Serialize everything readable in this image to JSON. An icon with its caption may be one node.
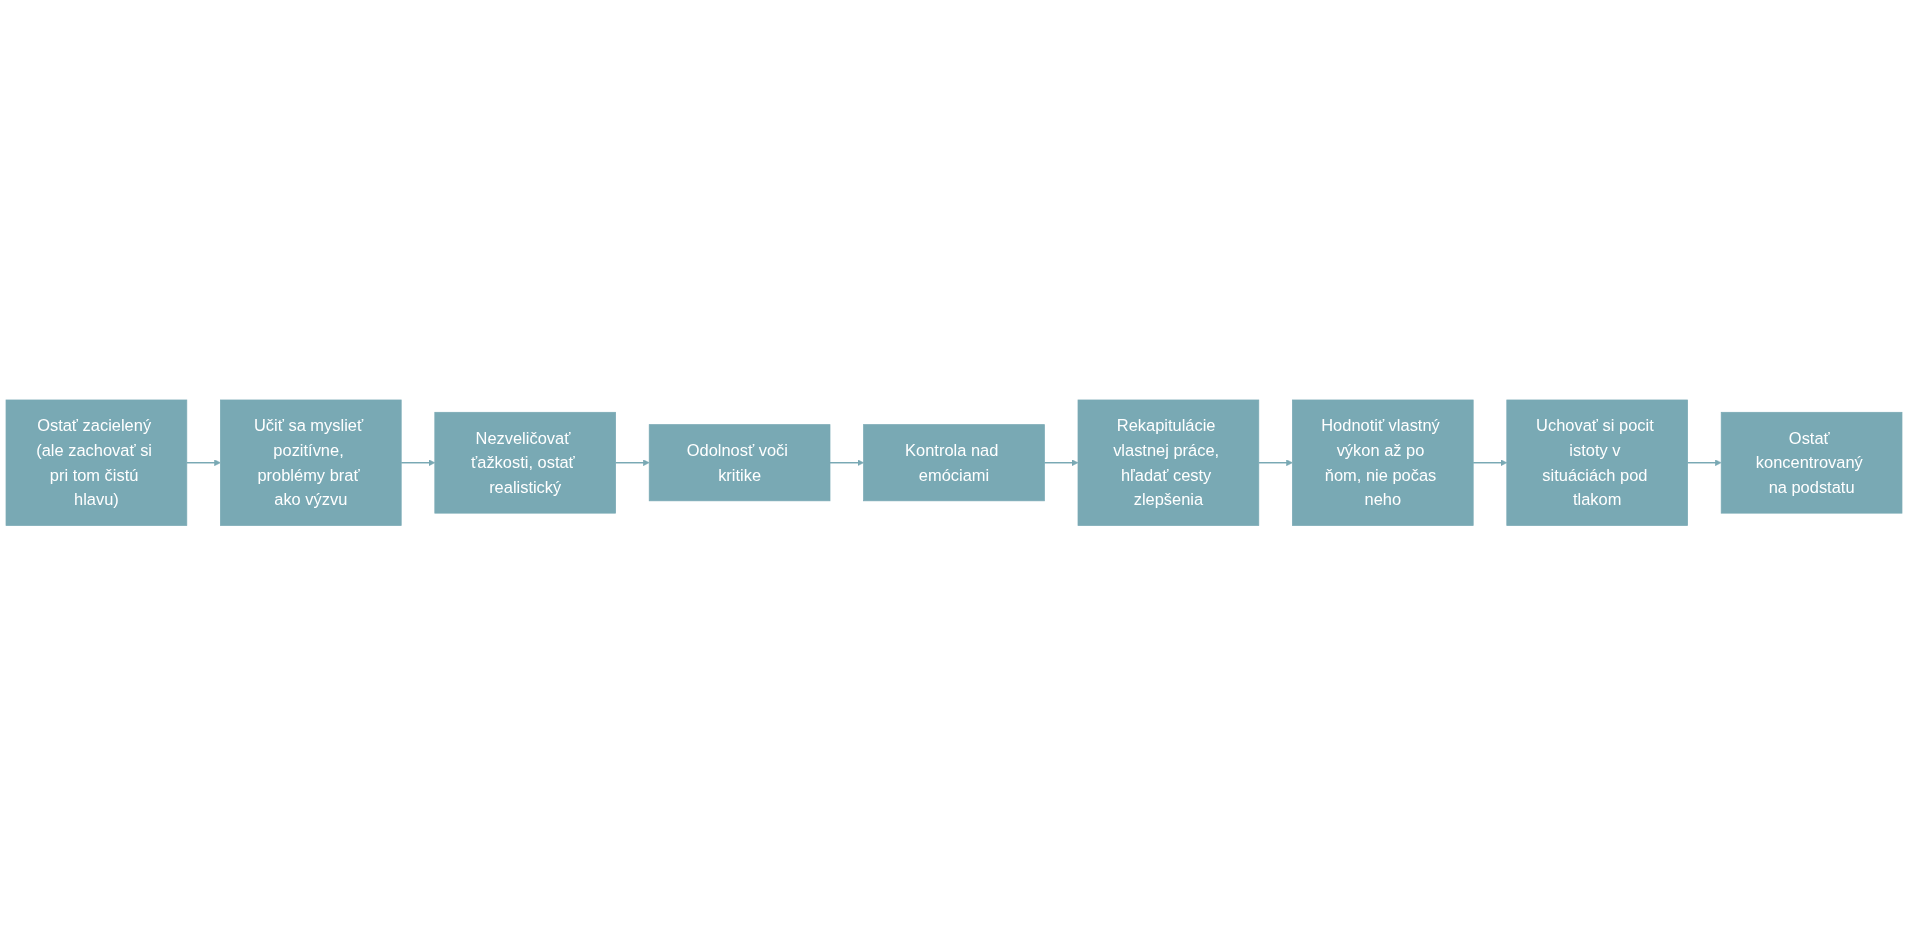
{
  "diagram": {
    "nodes": [
      {
        "text": [
          "Ostať zacielený (ale zachovať si pri tom čistú hlavu)"
        ]
      },
      {
        "text": [
          "Učiť sa myslieť pozitívne, problémy brať ako výzvu"
        ]
      },
      {
        "text": [
          "Nezveličovať ťažkosti, ostať realistický"
        ]
      },
      {
        "text": [
          "Odolnosť voči kritike"
        ]
      },
      {
        "text": [
          "Kontrola nad emóciami"
        ]
      },
      {
        "text": [
          "Rekapitulácie vlastnej práce, hľadať cesty zlepšenia"
        ]
      },
      {
        "text": [
          "Hodnotiť vlastný výkon až po ňom, nie počas neho"
        ]
      },
      {
        "text": [
          "Uchovať si pocit istoty v situáciách pod tlakom"
        ]
      },
      {
        "text": [
          "Ostať koncentrovaný na podstatu"
        ]
      }
    ],
    "edges": [
      {
        "from": 0,
        "to": 1,
        "arrow": "to"
      },
      {
        "from": 1,
        "to": 2,
        "arrow": "to"
      },
      {
        "from": 2,
        "to": 3,
        "arrow": "to"
      },
      {
        "from": 3,
        "to": 4,
        "arrow": "to"
      },
      {
        "from": 4,
        "to": 5,
        "arrow": "to"
      },
      {
        "from": 5,
        "to": 6,
        "arrow": "to"
      },
      {
        "from": 6,
        "to": 7,
        "arrow": "to"
      },
      {
        "from": 7,
        "to": 8,
        "arrow": "to"
      }
    ]
  }
}
